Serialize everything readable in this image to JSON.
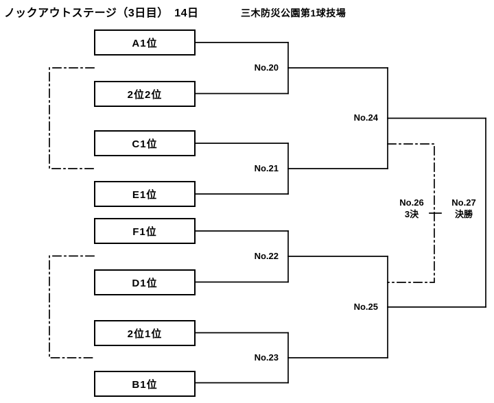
{
  "header": {
    "title": "ノックアウトステージ（3日目）　14日",
    "venue": "三木防災公園第1球技場"
  },
  "teams": [
    {
      "label": "A1位"
    },
    {
      "label": "2位2位"
    },
    {
      "label": "C1位"
    },
    {
      "label": "E1位"
    },
    {
      "label": "F1位"
    },
    {
      "label": "D1位"
    },
    {
      "label": "2位1位"
    },
    {
      "label": "B1位"
    }
  ],
  "matches": {
    "no20": {
      "label": "No.20"
    },
    "no21": {
      "label": "No.21"
    },
    "no22": {
      "label": "No.22"
    },
    "no23": {
      "label": "No.23"
    },
    "no24": {
      "label": "No.24"
    },
    "no25": {
      "label": "No.25"
    },
    "no26": {
      "label": "No.26",
      "sub": "3決"
    },
    "no27": {
      "label": "No.27",
      "sub": "決勝"
    }
  },
  "bracket": {
    "round1": [
      {
        "match": "No.20",
        "slots": [
          "A1位",
          "2位2位"
        ]
      },
      {
        "match": "No.21",
        "slots": [
          "C1位",
          "E1位"
        ]
      },
      {
        "match": "No.22",
        "slots": [
          "F1位",
          "D1位"
        ]
      },
      {
        "match": "No.23",
        "slots": [
          "2位1位",
          "B1位"
        ]
      }
    ],
    "semifinals": [
      {
        "match": "No.24",
        "from": [
          "No.20",
          "No.21"
        ]
      },
      {
        "match": "No.25",
        "from": [
          "No.22",
          "No.23"
        ]
      }
    ],
    "third_place": {
      "match": "No.26",
      "name": "3決",
      "from": [
        "No.24",
        "No.25"
      ]
    },
    "final": {
      "match": "No.27",
      "name": "決勝",
      "from": [
        "No.24",
        "No.25"
      ]
    }
  },
  "colors": {
    "line": "#000000",
    "text": "#000000",
    "background": "#ffffff"
  }
}
